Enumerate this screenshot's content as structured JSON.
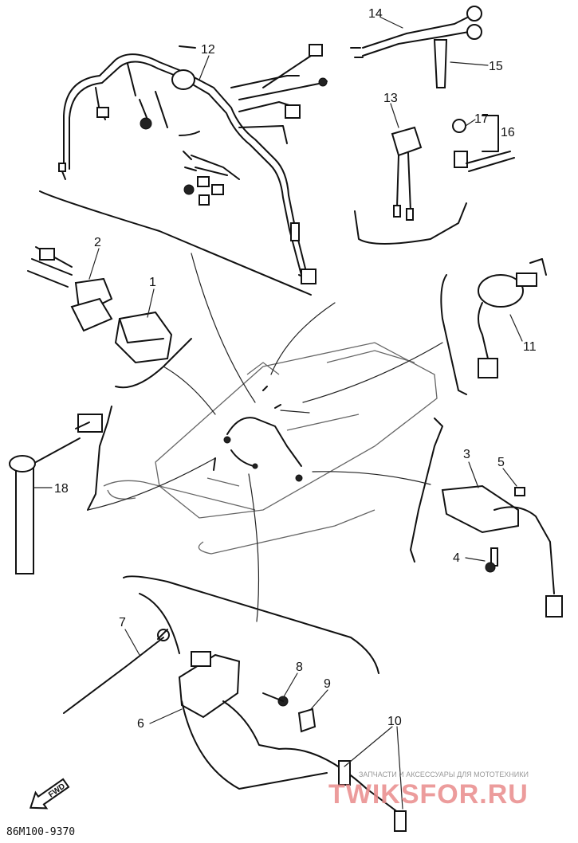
{
  "diagram": {
    "part_labels": [
      {
        "id": "1",
        "text": "1"
      },
      {
        "id": "2",
        "text": "2"
      },
      {
        "id": "3",
        "text": "3"
      },
      {
        "id": "4",
        "text": "4"
      },
      {
        "id": "5",
        "text": "5"
      },
      {
        "id": "6",
        "text": "6"
      },
      {
        "id": "7",
        "text": "7"
      },
      {
        "id": "8",
        "text": "8"
      },
      {
        "id": "9",
        "text": "9"
      },
      {
        "id": "10",
        "text": "10"
      },
      {
        "id": "11",
        "text": "11"
      },
      {
        "id": "12",
        "text": "12"
      },
      {
        "id": "13",
        "text": "13"
      },
      {
        "id": "14",
        "text": "14"
      },
      {
        "id": "15",
        "text": "15"
      },
      {
        "id": "16",
        "text": "16"
      },
      {
        "id": "17",
        "text": "17"
      },
      {
        "id": "18",
        "text": "18"
      }
    ],
    "drawing_code": "86M100-9370",
    "direction_arrow": "FWD",
    "watermark_caption": "ЗАПЧАСТИ И АКСЕССУАРЫ ДЛЯ МОТОТЕХНИКИ",
    "watermark_logo": "TWIKSFOR.RU"
  }
}
